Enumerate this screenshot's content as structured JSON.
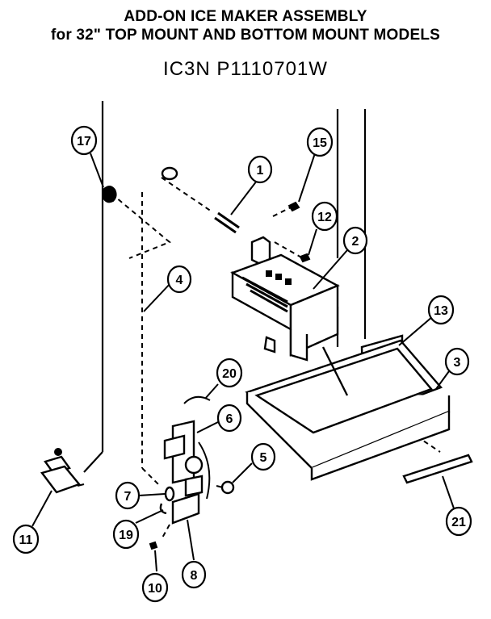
{
  "header": {
    "line1": "ADD-ON ICE MAKER ASSEMBLY",
    "line2": "for 32\" TOP MOUNT AND BOTTOM MOUNT MODELS",
    "line3": "IC3N  P1110701W"
  },
  "callouts": [
    "17",
    "1",
    "15",
    "12",
    "2",
    "4",
    "13",
    "3",
    "20",
    "6",
    "5",
    "7",
    "19",
    "11",
    "10",
    "8",
    "21"
  ]
}
